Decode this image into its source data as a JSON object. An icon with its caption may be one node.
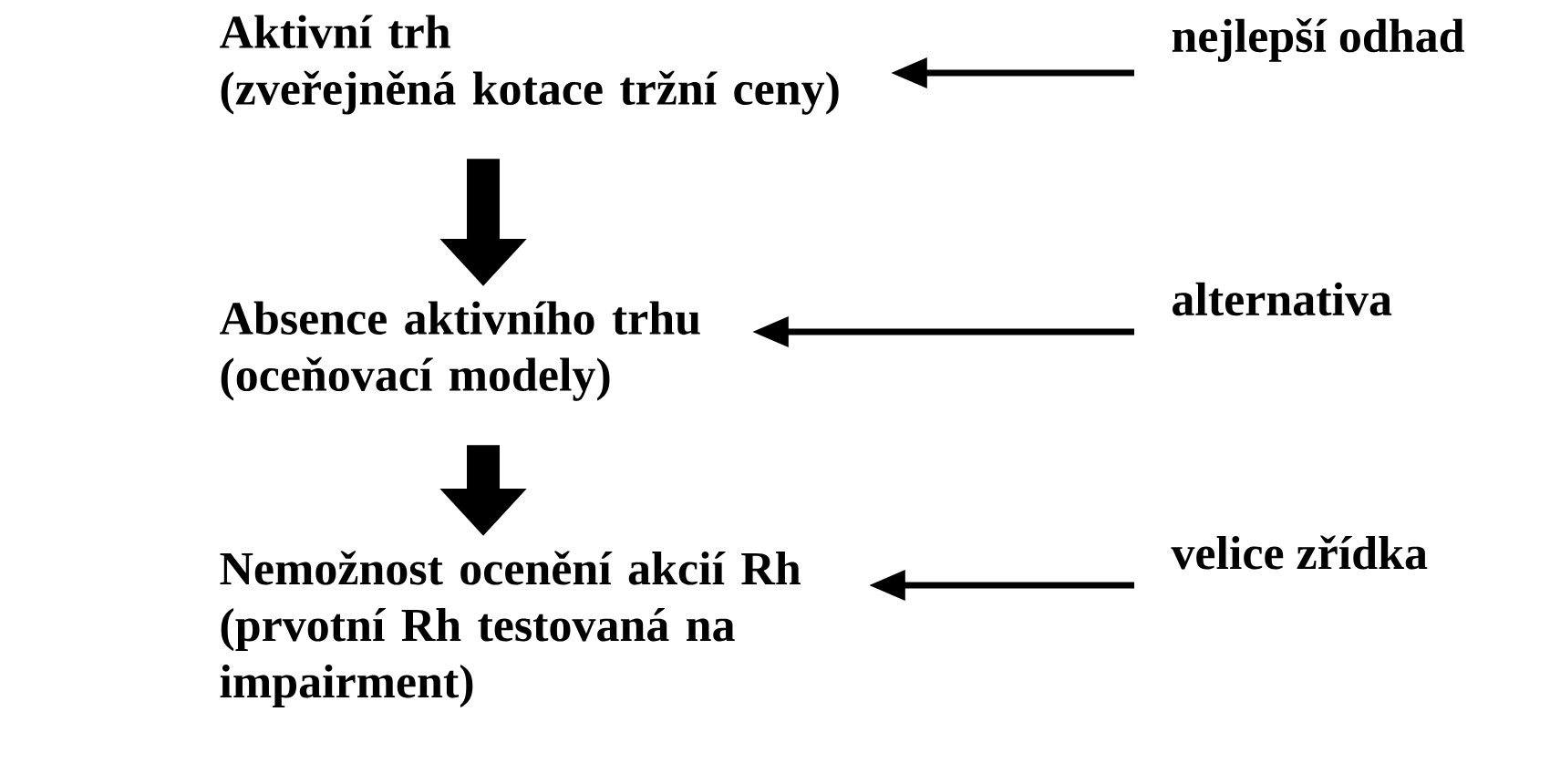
{
  "diagram": {
    "nodes": [
      {
        "text": [
          "Aktivní trh",
          "(zveřejněná kotace tržní ceny)"
        ]
      },
      {
        "text": [
          "nejlepší odhad"
        ]
      },
      {
        "text": [
          "Absence aktivního trhu",
          "(oceňovací modely)"
        ]
      },
      {
        "text": [
          "alternativa"
        ]
      },
      {
        "text": [
          "Nemožnost ocenění akcií Rh",
          "(prvotní Rh testovaná na impairment)"
        ]
      },
      {
        "text": [
          "velice zřídka"
        ]
      }
    ],
    "edges": [
      {
        "from": 0,
        "to": 2,
        "arrow": "to",
        "style": "thick"
      },
      {
        "from": 2,
        "to": 4,
        "arrow": "to",
        "style": "thick"
      },
      {
        "from": 1,
        "to": 0,
        "arrow": "to"
      },
      {
        "from": 3,
        "to": 2,
        "arrow": "to"
      },
      {
        "from": 5,
        "to": 4,
        "arrow": "to"
      }
    ]
  }
}
